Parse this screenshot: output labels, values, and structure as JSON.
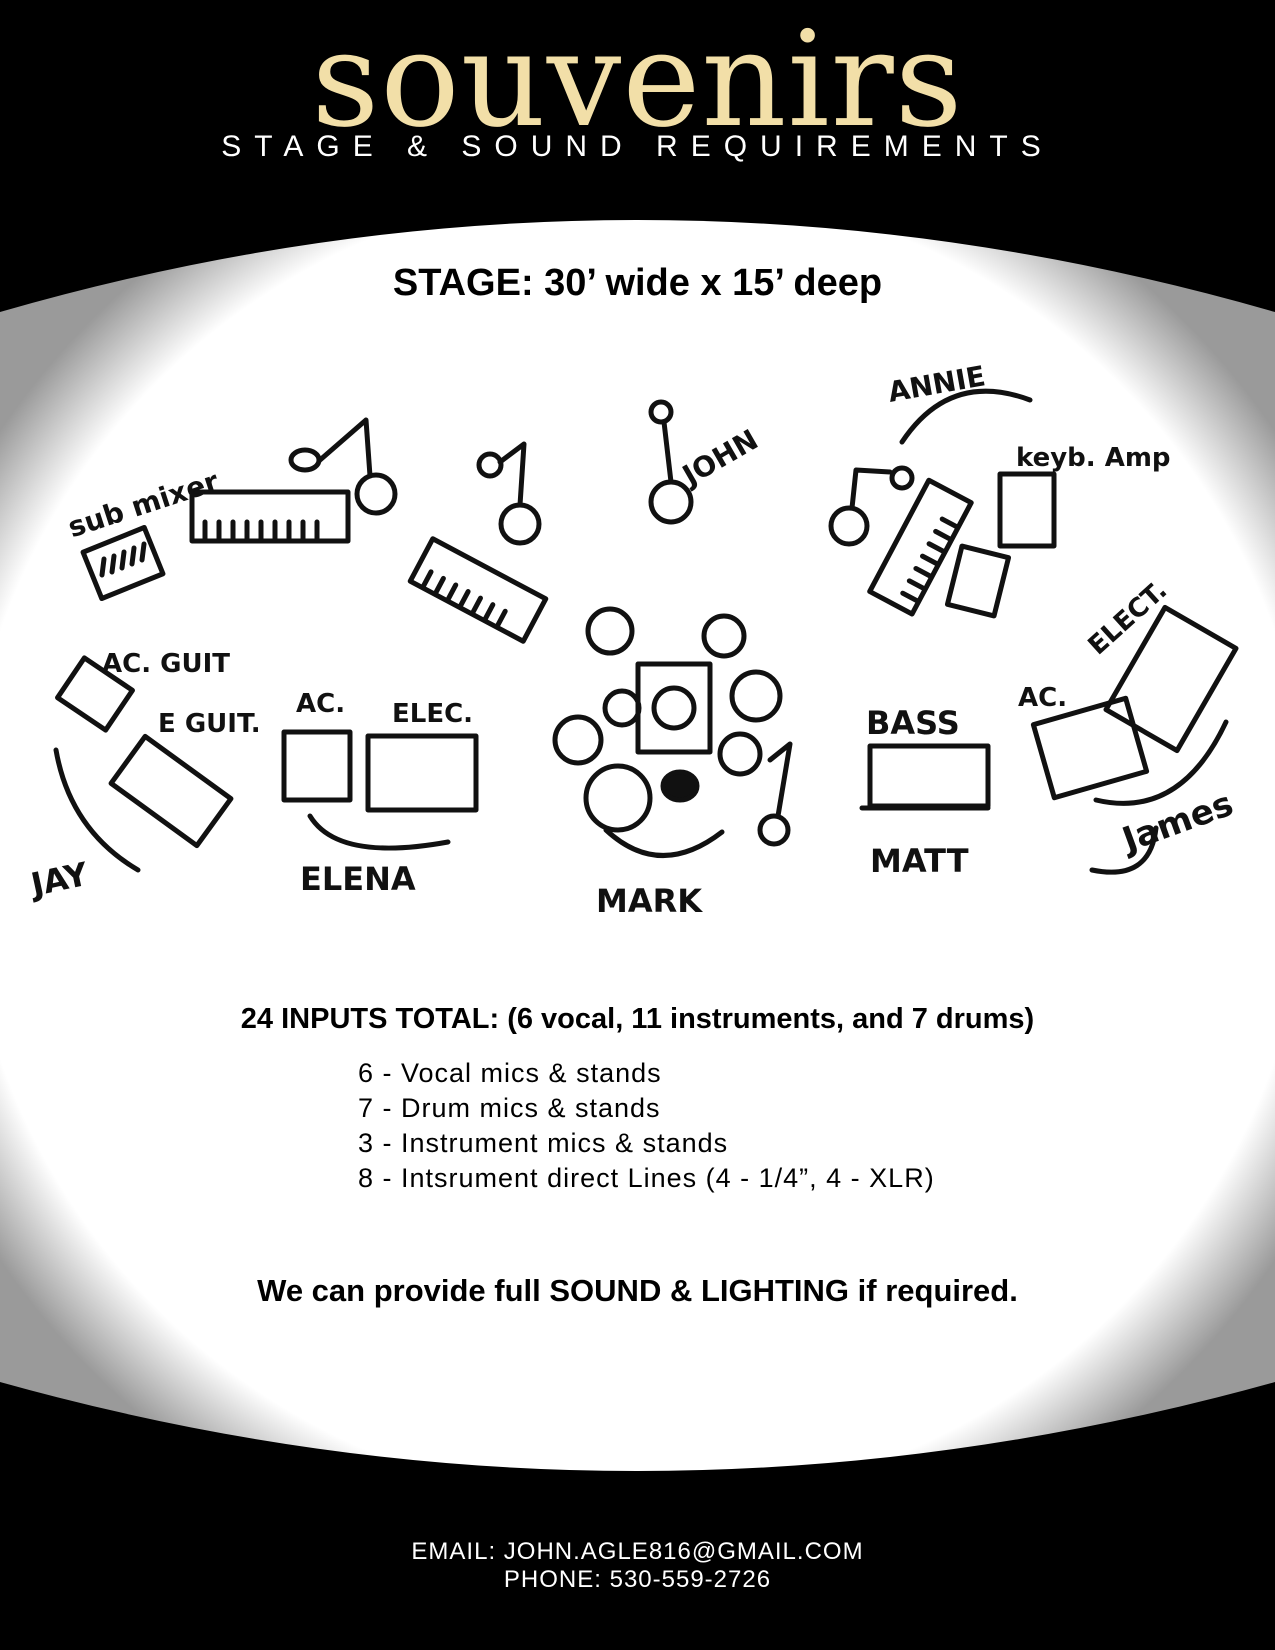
{
  "header": {
    "band_name": "souvenirs",
    "subtitle": "STAGE & SOUND REQUIREMENTS"
  },
  "stage": {
    "size": "STAGE: 30’ wide x 15’ deep"
  },
  "stage_plot": {
    "labels": {
      "sub_mixer": "sub mixer",
      "john": "JOHN",
      "annie": "ANNIE",
      "keyb_amp": "keyb. Amp",
      "ac_guit": "AC. GUIT",
      "e_guit": "E GUIT.",
      "jay": "JAY",
      "elena_ac": "AC.",
      "elena_elec": "ELEC.",
      "elena": "ELENA",
      "mark": "MARK",
      "bass": "BASS",
      "matt": "MATT",
      "james_ac": "AC.",
      "james_elect": "ELECT.",
      "james": "James"
    }
  },
  "inputs": {
    "total": "24 INPUTS TOTAL: (6 vocal, 11 instruments, and 7 drums)",
    "items": [
      "6 - Vocal mics & stands",
      "7 - Drum mics & stands",
      "3 - Instrument mics & stands",
      "8 - Intsrument direct Lines (4 - 1/4”, 4 - XLR)"
    ]
  },
  "note": "We can provide full SOUND & LIGHTING if required.",
  "contact": {
    "email": "EMAIL: JOHN.AGLE816@GMAIL.COM",
    "phone": "PHONE: 530-559-2726"
  }
}
